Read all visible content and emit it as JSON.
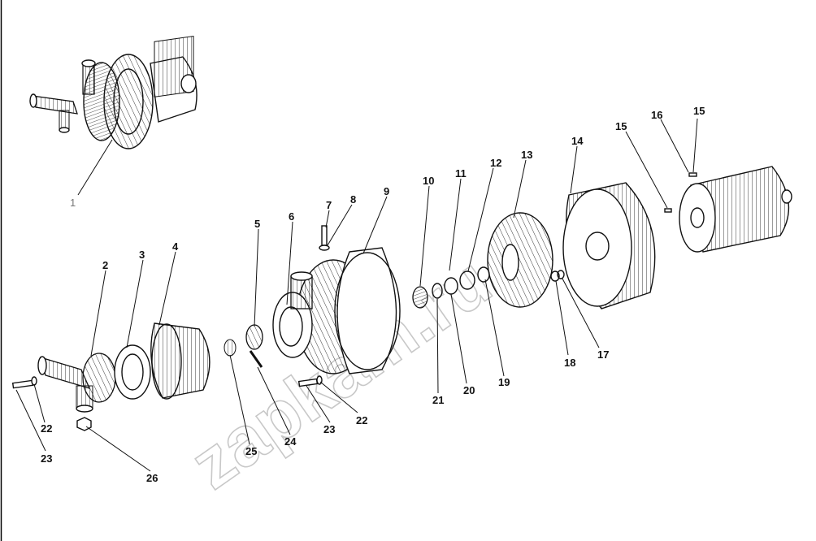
{
  "watermark": "zapkam.ru",
  "callouts": [
    {
      "id": "c1",
      "text": "1"
    },
    {
      "id": "c2",
      "text": "2"
    },
    {
      "id": "c3",
      "text": "3"
    },
    {
      "id": "c4",
      "text": "4"
    },
    {
      "id": "c5",
      "text": "5"
    },
    {
      "id": "c6",
      "text": "6"
    },
    {
      "id": "c7",
      "text": "7"
    },
    {
      "id": "c8",
      "text": "8"
    },
    {
      "id": "c9",
      "text": "9"
    },
    {
      "id": "c10",
      "text": "10"
    },
    {
      "id": "c11",
      "text": "11"
    },
    {
      "id": "c12",
      "text": "12"
    },
    {
      "id": "c13",
      "text": "13"
    },
    {
      "id": "c14",
      "text": "14"
    },
    {
      "id": "c15a",
      "text": "15"
    },
    {
      "id": "c15b",
      "text": "15"
    },
    {
      "id": "c16",
      "text": "16"
    },
    {
      "id": "c17",
      "text": "17"
    },
    {
      "id": "c18",
      "text": "18"
    },
    {
      "id": "c19",
      "text": "19"
    },
    {
      "id": "c20",
      "text": "20"
    },
    {
      "id": "c21",
      "text": "21"
    },
    {
      "id": "c22a",
      "text": "22"
    },
    {
      "id": "c22b",
      "text": "22"
    },
    {
      "id": "c23a",
      "text": "23"
    },
    {
      "id": "c23b",
      "text": "23"
    },
    {
      "id": "c24",
      "text": "24"
    },
    {
      "id": "c25",
      "text": "25"
    },
    {
      "id": "c26",
      "text": "26"
    }
  ]
}
